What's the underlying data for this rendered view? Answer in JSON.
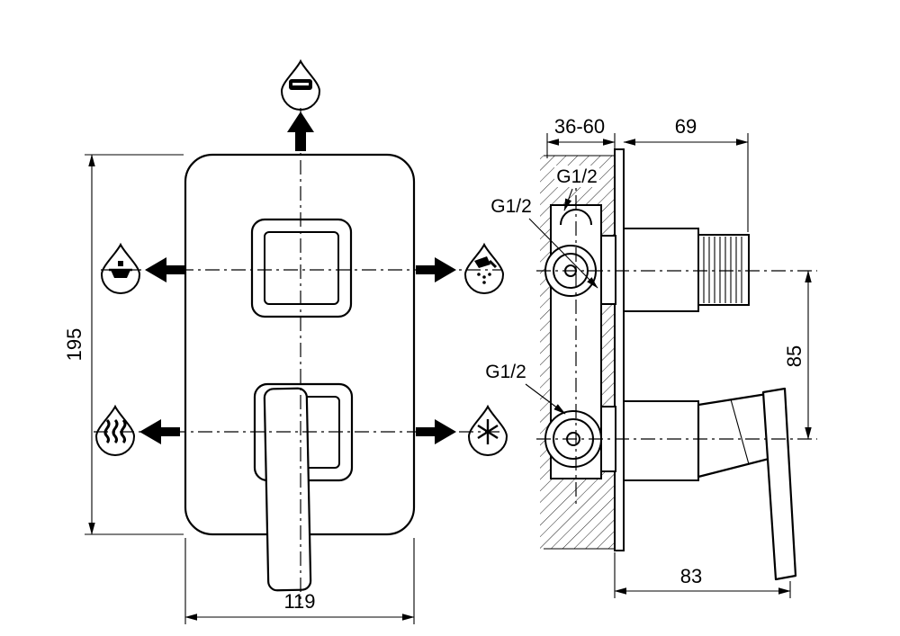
{
  "colors": {
    "line": "#000000",
    "background": "#ffffff"
  },
  "front_view": {
    "height_dim": "195",
    "width_dim": "119",
    "icons": {
      "top": "overhead-outlet-drop-icon",
      "left_top": "bath-spout-drop-icon",
      "left_bottom": "hot-water-drop-icon",
      "right_top": "hand-shower-drop-icon",
      "right_bottom": "cold-water-drop-icon"
    }
  },
  "side_view": {
    "wall_depth_dim": "36-60",
    "reach_dim": "69",
    "port_spacing_dim": "85",
    "handle_reach_dim": "83",
    "thread_labels": [
      "G1/2",
      "G1/2",
      "G1/2"
    ]
  }
}
